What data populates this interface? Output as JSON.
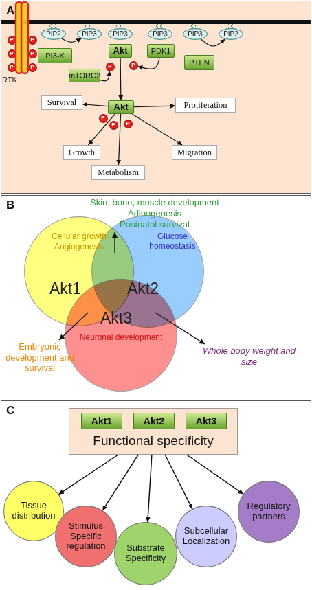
{
  "diagram": {
    "nodes": [
      {
        "text": [
          "A"
        ]
      },
      {
        "text": [
          "PIP2"
        ],
        "in": 0
      },
      {
        "text": [
          "PIP3"
        ],
        "in": 0
      },
      {
        "text": [
          "PIP3"
        ],
        "in": 0
      },
      {
        "text": [
          "PIP3"
        ],
        "in": 0
      },
      {
        "text": [
          "PIP3"
        ],
        "in": 0
      },
      {
        "text": [
          "PIP2"
        ],
        "in": 0
      },
      {
        "text": [
          "P"
        ],
        "in": 0
      },
      {
        "text": [
          "P"
        ],
        "in": 0
      },
      {
        "text": [
          "P"
        ],
        "in": 0
      },
      {
        "text": [
          "P"
        ],
        "in": 0
      },
      {
        "text": [
          "P"
        ],
        "in": 0
      },
      {
        "text": [
          "P"
        ],
        "in": 0
      },
      {
        "text": [
          "PI3-K"
        ],
        "in": 0
      },
      {
        "text": [
          "Akt"
        ],
        "in": 0
      },
      {
        "text": [
          "PDK1"
        ],
        "in": 0
      },
      {
        "text": [
          "PTEN"
        ],
        "in": 0
      },
      {
        "text": [
          "P"
        ],
        "in": 0
      },
      {
        "text": [
          "P"
        ],
        "in": 0
      },
      {
        "text": [
          "mTORC2"
        ],
        "in": 0
      },
      {
        "text": [
          "Survival"
        ],
        "in": 0
      },
      {
        "text": [
          "Akt"
        ],
        "in": 0
      },
      {
        "text": [
          "Proliferation"
        ],
        "in": 0
      },
      {
        "text": [
          "P"
        ],
        "in": 0
      },
      {
        "text": [
          "P"
        ],
        "in": 0
      },
      {
        "text": [
          "P"
        ],
        "in": 0
      },
      {
        "text": [
          "Growth"
        ],
        "in": 0
      },
      {
        "text": [
          "Migration"
        ],
        "in": 0
      },
      {
        "text": [
          "Metabolism"
        ],
        "in": 0
      },
      {
        "text": [
          "B"
        ]
      },
      {
        "text": [
          "Cellular growth",
          "Angiogenesis",
          "Akt1"
        ],
        "in": 29
      },
      {
        "text": [
          "Glucose homeostasis",
          "Akt2"
        ],
        "in": 29
      },
      {
        "text": [
          "Akt3",
          "Neuronal development"
        ],
        "in": 29
      },
      {
        "text": [
          "C"
        ]
      },
      {
        "text": [
          "Functional specificity"
        ],
        "in": 33
      },
      {
        "text": [
          "Akt1"
        ],
        "in": 34
      },
      {
        "text": [
          "Akt2"
        ],
        "in": 34
      },
      {
        "text": [
          "Akt3"
        ],
        "in": 34
      },
      {
        "text": [
          "Tissue distribution"
        ],
        "in": 33
      },
      {
        "text": [
          "Stimulus Specific regulation"
        ],
        "in": 33
      },
      {
        "text": [
          "Substrate Specificity"
        ],
        "in": 33
      },
      {
        "text": [
          "Subcellular Localization"
        ],
        "in": 33
      },
      {
        "text": [
          "Regulatory partners"
        ],
        "in": 33
      }
    ],
    "edges": [
      {
        "from": 1,
        "to": 2,
        "arrow": "to"
      },
      {
        "from": 5,
        "to": 6,
        "arrow": "to"
      },
      {
        "from": 19,
        "to": 17,
        "arrow": "to"
      },
      {
        "from": 15,
        "to": 18,
        "arrow": "to"
      },
      {
        "from": 14,
        "to": 21,
        "arrow": "to"
      },
      {
        "from": 21,
        "to": 20,
        "arrow": "to"
      },
      {
        "from": 21,
        "to": 22,
        "arrow": "to"
      },
      {
        "from": 21,
        "to": 26,
        "arrow": "to"
      },
      {
        "from": 21,
        "to": 28,
        "arrow": "to"
      },
      {
        "from": 21,
        "to": 27,
        "arrow": "to"
      },
      {
        "from": 34,
        "to": 38,
        "arrow": "to"
      },
      {
        "from": 34,
        "to": 39,
        "arrow": "to"
      },
      {
        "from": 34,
        "to": 40,
        "arrow": "to"
      },
      {
        "from": 34,
        "to": 41,
        "arrow": "to"
      },
      {
        "from": 34,
        "to": 42,
        "arrow": "to"
      }
    ],
    "labels": [
      "RTK",
      "Skin, bone, muscle development",
      "Adipogenesis",
      "Postnatal survival",
      "Embryonic development and survival",
      "Whole body weight and size"
    ]
  }
}
